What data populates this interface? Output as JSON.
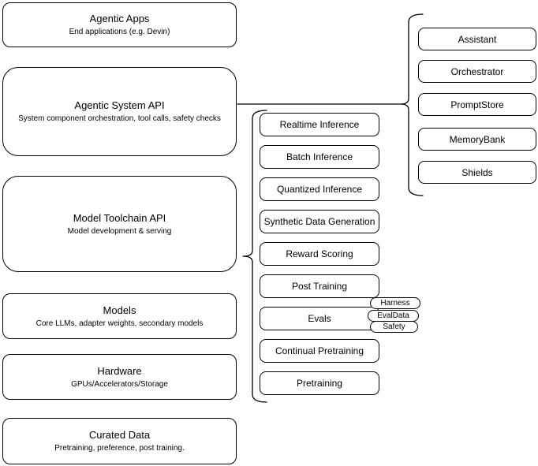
{
  "stack": {
    "layers": [
      {
        "title": "Agentic Apps",
        "subtitle": "End applications (e.g. Devin)"
      },
      {
        "title": "Agentic System API",
        "subtitle": "System component orchestration, tool calls, safety checks"
      },
      {
        "title": "Model Toolchain API",
        "subtitle": "Model development & serving"
      },
      {
        "title": "Models",
        "subtitle": "Core LLMs, adapter weights, secondary models"
      },
      {
        "title": "Hardware",
        "subtitle": "GPUs/Accelerators/Storage"
      },
      {
        "title": "Curated Data",
        "subtitle": "Pretraining, preference, post training."
      }
    ]
  },
  "toolchain": {
    "items": [
      "Realtime Inference",
      "Batch Inference",
      "Quantized Inference",
      "Synthetic Data Generation",
      "Reward Scoring",
      "Post Training",
      "Evals",
      "Continual Pretraining",
      "Pretraining"
    ],
    "eval_tags": [
      "Harness",
      "EvalData",
      "Safety"
    ]
  },
  "system": {
    "items": [
      "Assistant",
      "Orchestrator",
      "PromptStore",
      "MemoryBank",
      "Shields"
    ]
  },
  "colors": {
    "stroke": "#000000",
    "fill": "#ffffff",
    "text": "#000000",
    "background": "#ffffff"
  }
}
